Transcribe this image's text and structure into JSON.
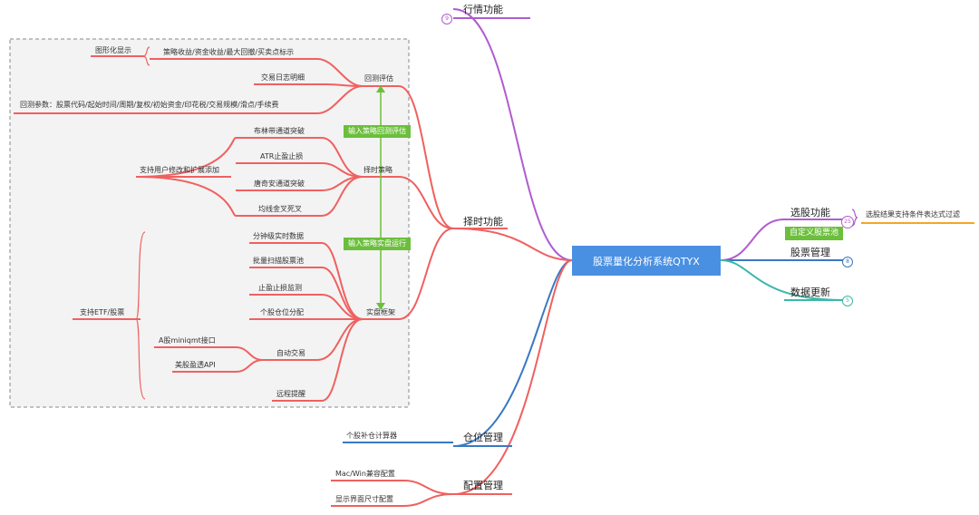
{
  "root": {
    "title": "股票量化分析系统QTYX"
  },
  "branches": {
    "market": {
      "label": "行情功能",
      "count": "9"
    },
    "timing": {
      "label": "择时功能"
    },
    "position": {
      "label": "仓位管理",
      "items": [
        "个股补仓计算器"
      ]
    },
    "config": {
      "label": "配置管理",
      "items": [
        "Mac/Win兼容配置",
        "显示界面尺寸配置"
      ]
    },
    "select": {
      "label": "选股功能",
      "count": "25",
      "tag": "自定义股票池",
      "note": "选股结果支持条件表达式过滤"
    },
    "stock_mgmt": {
      "label": "股票管理",
      "count": "8"
    },
    "data_update": {
      "label": "数据更新",
      "count": "5"
    }
  },
  "backtest": {
    "label": "回测评估",
    "chart_group": "图形化显示",
    "chart_items": "策略收益/资金收益/最大回撤/买卖点标示",
    "log": "交易日志明细",
    "params": "回测参数：股票代码/起始时间/周期/复权/初始资金/印花税/交易规模/滑点/手续费"
  },
  "strategy": {
    "label": "择时策略",
    "note": "支持用户修改和扩展添加",
    "items": [
      "布林带通道突破",
      "ATR止盈止损",
      "唐奇安通道突破",
      "均线金叉死叉"
    ]
  },
  "live": {
    "label": "实盘框架",
    "note": "支持ETF/股票",
    "items": [
      "分钟级实时数据",
      "批量扫描股票池",
      "止盈止损监测",
      "个股仓位分配"
    ],
    "auto_trade": "自动交易",
    "auto_items": [
      "A股miniqmt接口",
      "美股盈透API"
    ],
    "remote": "远程提醒"
  },
  "flows": {
    "to_backtest": "输入策略回测评估",
    "to_live": "输入策略实盘运行"
  },
  "colors": {
    "red": "#f06060",
    "purple": "#b05ccf",
    "teal": "#3cb8aa",
    "blue": "#3a78c2",
    "green": "#6cbf3c",
    "orange": "#f5a623"
  }
}
